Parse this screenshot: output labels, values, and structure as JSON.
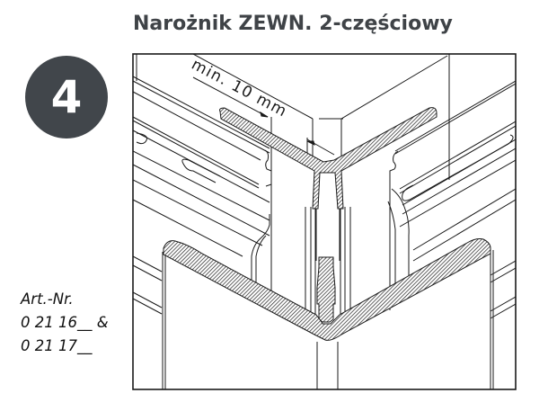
{
  "title": "Narożnik ZEWN. 2-częściowy",
  "step": {
    "number": "4",
    "badge_color": "#41464b"
  },
  "article": {
    "label": "Art.-Nr.",
    "line1": "0 21 16__ &",
    "line2": "0 21 17__"
  },
  "figure": {
    "dimension_label": "min. 10 mm",
    "description": "outer corner profile, 2-part, cross-section drawing"
  }
}
